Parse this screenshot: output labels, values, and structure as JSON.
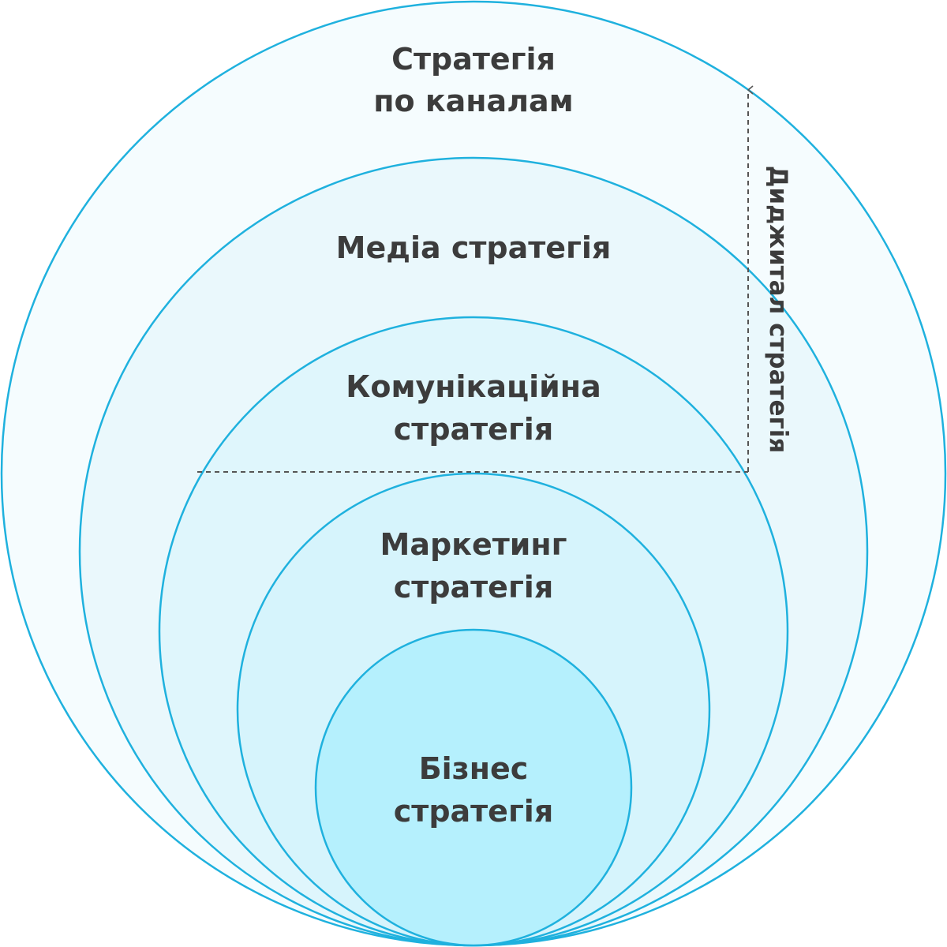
{
  "colors": {
    "stroke": "#1fb1de",
    "text": "#3c3c3c",
    "dashed": "#555555",
    "fill_outer": "#f5fcfe",
    "fill_media": "#eaf8fc",
    "fill_communication": "#dff6fc",
    "fill_marketing": "#d6f4fc",
    "fill_business": "#b5f0fd"
  },
  "layers": {
    "channels": {
      "line1": "Стратегія",
      "line2": "по каналам"
    },
    "media": {
      "line1": "Медіа стратегія"
    },
    "communication": {
      "line1": "Комунікаційна",
      "line2": "стратегія"
    },
    "marketing": {
      "line1": "Маркетинг",
      "line2": "стратегія"
    },
    "business": {
      "line1": "Бізнес",
      "line2": "стратегія"
    }
  },
  "digital_label": "Диджитал стратегія"
}
